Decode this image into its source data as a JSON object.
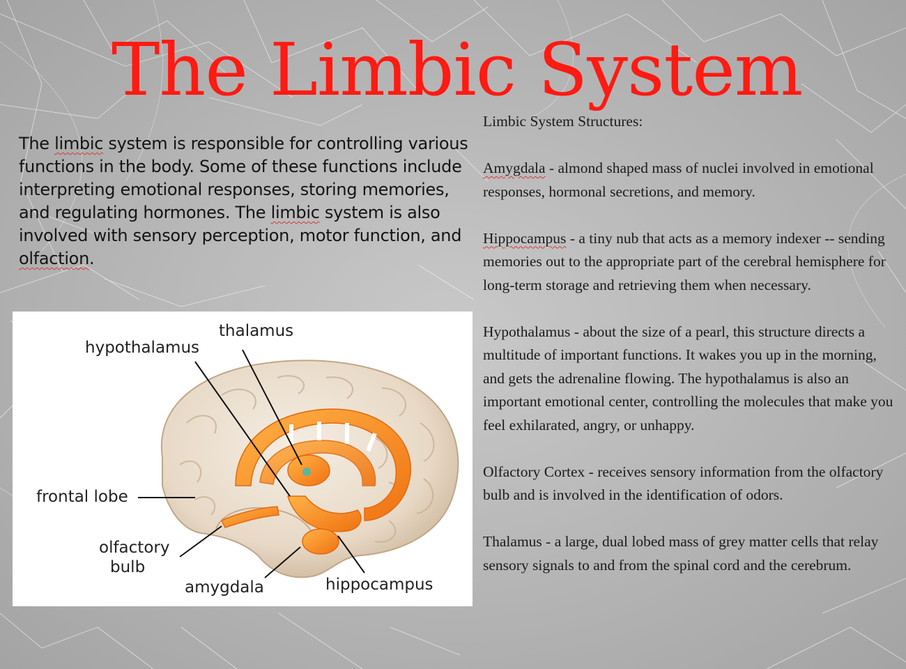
{
  "title": "The Limbic System",
  "intro": {
    "parts": [
      "The ",
      "limbic",
      " system is responsible for controlling various functions in the body. Some of these functions include interpreting emotional responses, storing memories, and regulating hormones. The ",
      "limbic",
      " system is also involved with sensory perception, motor function, and ",
      "olfaction",
      "."
    ]
  },
  "structures": {
    "heading": "Limbic System Structures:",
    "items": [
      {
        "name": "Amygdala",
        "desc": " - almond shaped mass of nuclei involved in emotional responses, hormonal secretions, and memory."
      },
      {
        "name": "Hippocampus",
        "desc": " - a tiny nub that acts as a memory indexer -- sending memories out to the appropriate part of the cerebral hemisphere for long-term storage and retrieving them when necessary."
      },
      {
        "name": "Hypothalamus",
        "desc": " - about the size of a pearl, this structure directs a multitude of important functions. It wakes you up in the morning, and gets the adrenaline flowing. The hypothalamus is also an important emotional center, controlling the molecules that make you feel exhilarated, angry, or unhappy."
      },
      {
        "name": "Olfactory Cortex",
        "desc": " - receives sensory information from the olfactory bulb and is involved in the identification of odors."
      },
      {
        "name": "Thalamus",
        "desc": " - a large, dual lobed mass of grey matter cells that relay sensory signals to and from the spinal cord and the cerebrum."
      }
    ]
  },
  "diagram": {
    "labels": {
      "thalamus": "thalamus",
      "hypothalamus": "hypothalamus",
      "frontal_lobe": "frontal lobe",
      "olfactory_line1": "olfactory",
      "olfactory_line2": "bulb",
      "amygdala": "amygdala",
      "hippocampus": "hippocampus"
    }
  },
  "colors": {
    "title": "#ff1a12",
    "background": "#b9b9b9",
    "limbic_orange": "#f58a1f"
  }
}
